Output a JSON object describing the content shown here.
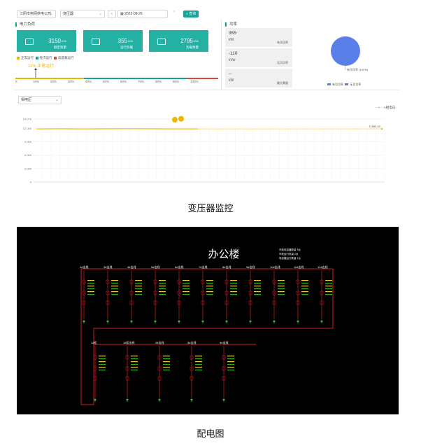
{
  "toolbar": {
    "project_select": "江阴市电网供电公司",
    "device_select": "变压器",
    "date": "2022-08-26",
    "query_label": "查询"
  },
  "load": {
    "section_title": "电力负荷",
    "cards": [
      {
        "value": "3150",
        "unit": "kVA",
        "label": "额定容量"
      },
      {
        "value": "355",
        "unit": "kVA",
        "label": "运行负载"
      },
      {
        "value": "2795",
        "unit": "kVA",
        "label": "负载余量"
      }
    ],
    "legend": [
      "正常运行",
      "经济运行",
      "高度载运行"
    ],
    "legend_colors": [
      "#e8b800",
      "#17a497",
      "#e0443a"
    ],
    "pointer_label": "11% 正常运行",
    "load_fraction": 0.11,
    "ticks": [
      "0",
      "10%",
      "20%",
      "30%",
      "40%",
      "50%",
      "60%",
      "70%",
      "80%",
      "90%",
      "100%"
    ]
  },
  "power": {
    "section_title": "功率",
    "rows": [
      {
        "value": "355",
        "unit": "kW",
        "label": "有功功率"
      },
      {
        "value": "-110",
        "unit": "kVar",
        "label": "无功功率"
      },
      {
        "value": "--",
        "unit": "kW",
        "label": "最大需量"
      }
    ],
    "pie_label": "有功功率 (100%)",
    "pie_legend": [
      "有功功率",
      "无功功率"
    ],
    "pie_color": "#5b7fe8"
  },
  "trend": {
    "select": "相电压",
    "legend": "A相电压",
    "color": "#e8b800"
  },
  "chart_data": {
    "type": "line",
    "series": [
      {
        "name": "A相电压",
        "values": [
          11860,
          11880,
          11870,
          11890,
          11900,
          11880,
          11870,
          11860
        ]
      }
    ],
    "y_ticks": [
      "0",
      "3,000",
      "6,000",
      "9,000",
      "12,000",
      "14,076"
    ],
    "ylim": [
      0,
      14076
    ],
    "end_label": "11864.82",
    "grid": true
  },
  "captions": {
    "top": "变压器监控",
    "bottom": "配电图"
  },
  "diagram": {
    "title": "办公楼",
    "notes": [
      "市政电容器数量 3台",
      "市政运行电量 2台",
      "电容器运行数量 1台"
    ],
    "top_feeders": [
      "2#出线",
      "3#出线",
      "4#出线",
      "5#出线",
      "6#出线",
      "7#出线",
      "8#出线",
      "9#出线",
      "10#出线",
      "11#出线",
      "12#出线"
    ],
    "bottom_feeders": [
      "1#柜",
      "1#柜出线",
      "2#出线",
      "3#出线",
      "4#出线"
    ]
  }
}
